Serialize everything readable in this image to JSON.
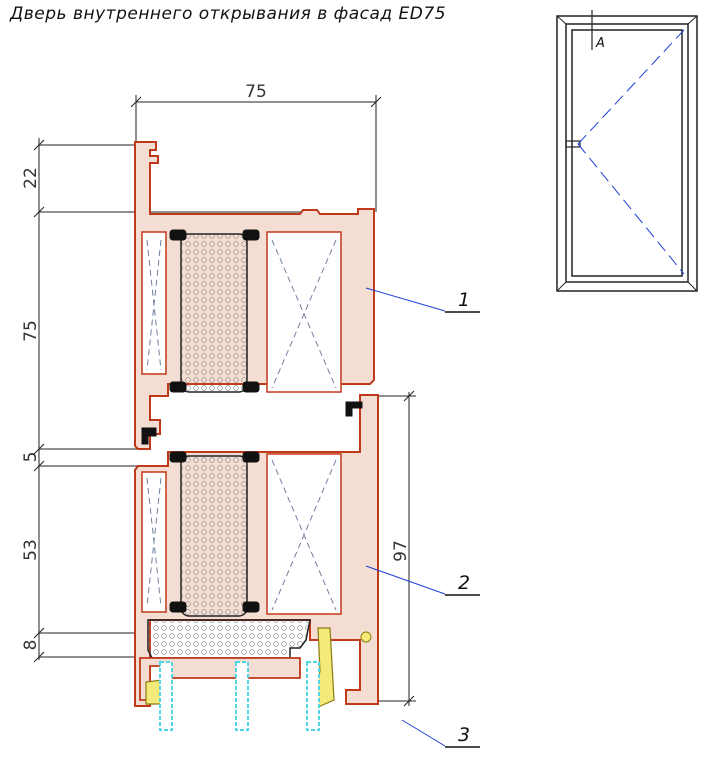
{
  "title": "Дверь внутреннего открывания  в фасад ED75",
  "dimensions": {
    "top_width": "75",
    "left_22": "22",
    "left_75": "75",
    "left_5": "5",
    "left_53": "53",
    "left_8": "8",
    "right_97": "97"
  },
  "callouts": [
    "1",
    "2",
    "3"
  ],
  "elevation": {
    "mark": "A"
  },
  "colors": {
    "profile_fill": "#f4ddd2",
    "profile_stroke": "#c0391b",
    "gasket": "#111111",
    "seal_yellow": "#f3ea7a",
    "insulation": "#53d6e3",
    "leader_line": "#1f3fd6",
    "dimension_line": "#222222",
    "glazing_dash": "#7080a0"
  }
}
